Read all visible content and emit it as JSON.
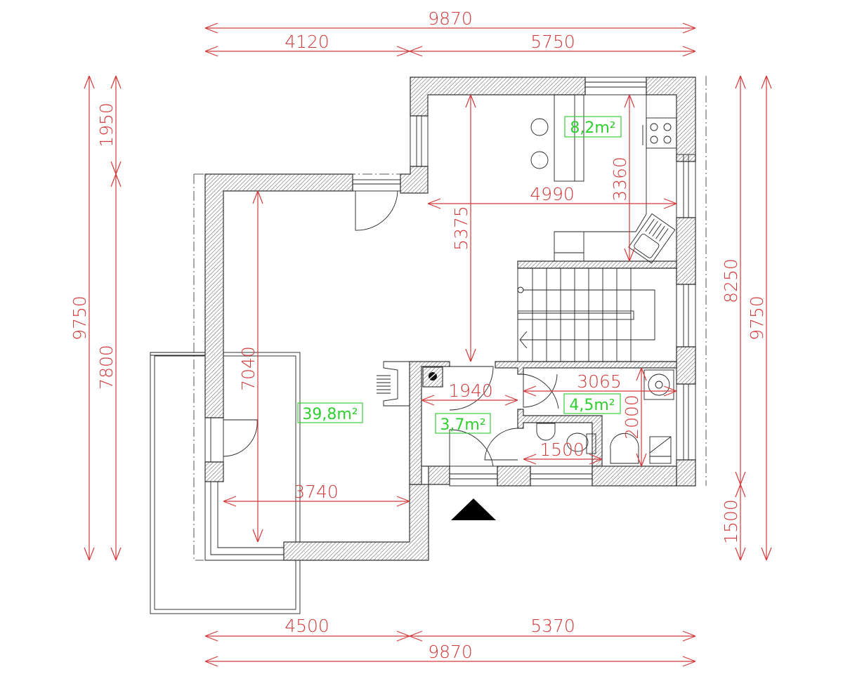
{
  "drawing": {
    "type": "architectural floor plan",
    "units": "mm"
  },
  "dimensions": {
    "top_total": "9870",
    "top_left": "4120",
    "top_right": "5750",
    "bottom_left": "4500",
    "bottom_right": "5370",
    "bottom_total": "9870",
    "left_total": "9750",
    "left_upper": "1950",
    "left_lower": "7800",
    "right_upper": "8250",
    "right_lower": "1500",
    "right_total": "9750",
    "kitchen_width": "4990",
    "kitchen_depth": "3360",
    "hall_height": "5375",
    "living_height": "7040",
    "living_width": "3740",
    "entry_width": "1940",
    "bath_width": "3065",
    "bath_depth": "2000",
    "wc_width": "1500"
  },
  "rooms": {
    "kitchen_area": "8,2m²",
    "living_area": "39,8m²",
    "entry_area": "3,7m²",
    "bathroom_area": "4,5m²"
  },
  "colors": {
    "dimension": "#d23a3a",
    "area_label": "#2fcf2f",
    "walls": "#333333"
  }
}
